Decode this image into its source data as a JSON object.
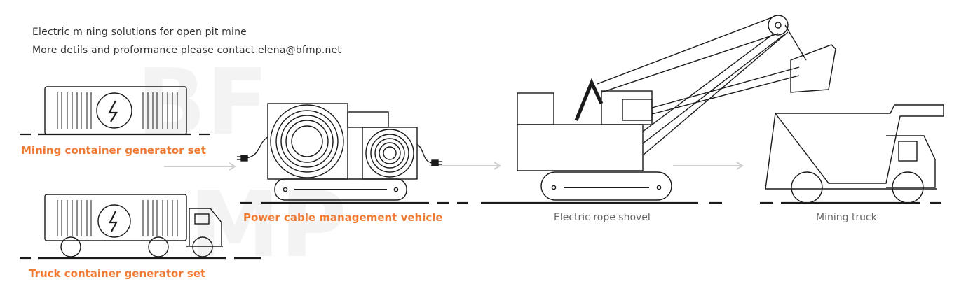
{
  "intro": {
    "line1": "Electric m ning solutions for open pit mine",
    "line2": "More detils and proformance please contact elena@bfmp.net"
  },
  "watermark": {
    "text1": "BF",
    "text2": "MP"
  },
  "labels": {
    "mining_container": "Mining container generator set",
    "truck_container": "Truck container generator set",
    "cable_vehicle": "Power cable management vehicle",
    "rope_shovel": "Electric rope shovel",
    "mining_truck": "Mining truck"
  },
  "colors": {
    "accent": "#ef7b35",
    "line": "#1a1a1a",
    "arrow": "#cfcfcf",
    "muted_text": "#666666"
  },
  "icons": {
    "generator_symbol": "lightning-bolt-icon",
    "cable_plug": "power-plug-icon",
    "flow_arrow": "arrow-right-icon"
  }
}
